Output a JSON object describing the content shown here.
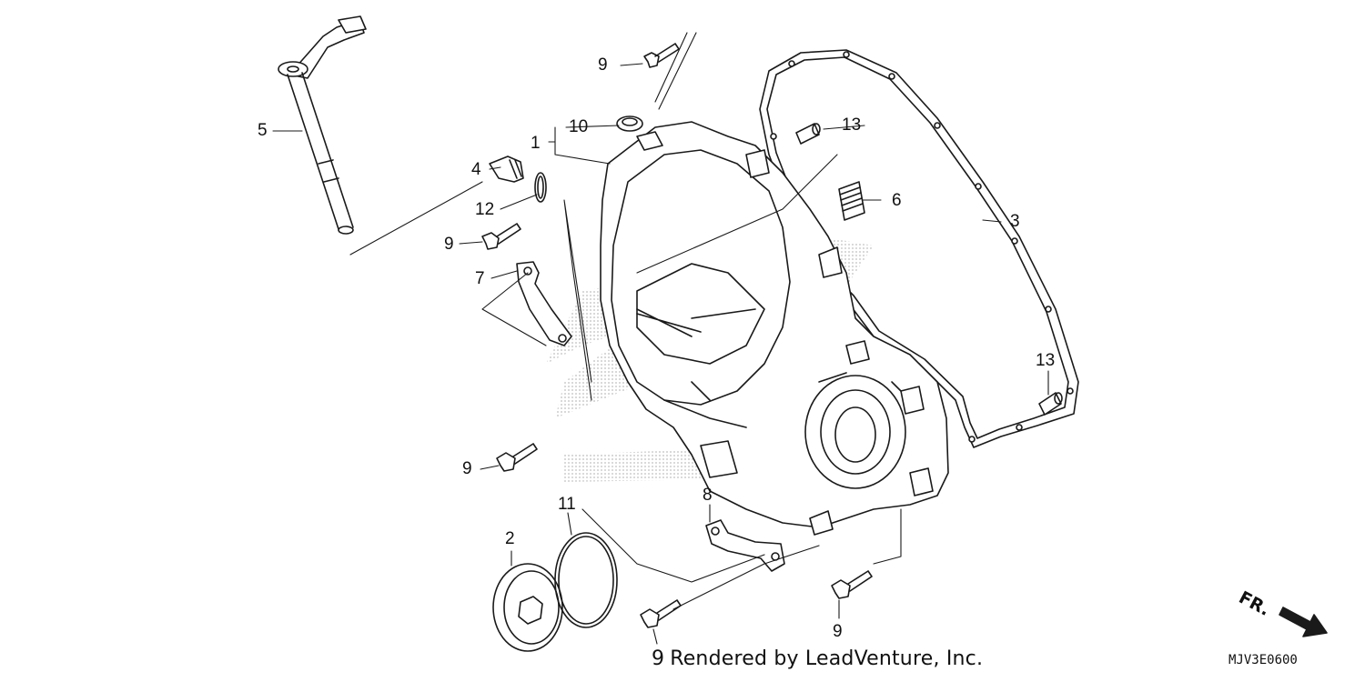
{
  "callouts": {
    "c1": "1",
    "c2": "2",
    "c3": "3",
    "c4": "4",
    "c5": "5",
    "c6": "6",
    "c7": "7",
    "c8": "8",
    "c9a": "9",
    "c9b": "9",
    "c9c": "9",
    "c9d": "9",
    "c10": "10",
    "c11": "11",
    "c12": "12",
    "c13a": "13",
    "c13b": "13"
  },
  "credit": {
    "number": "9",
    "text": "Rendered by LeadVenture, Inc."
  },
  "diagram_code": "MJV3E0600",
  "direction": {
    "label": "FR."
  },
  "colors": {
    "line": "#1a1a1a",
    "watermark": "#c8c8c8",
    "background": "#ffffff"
  }
}
